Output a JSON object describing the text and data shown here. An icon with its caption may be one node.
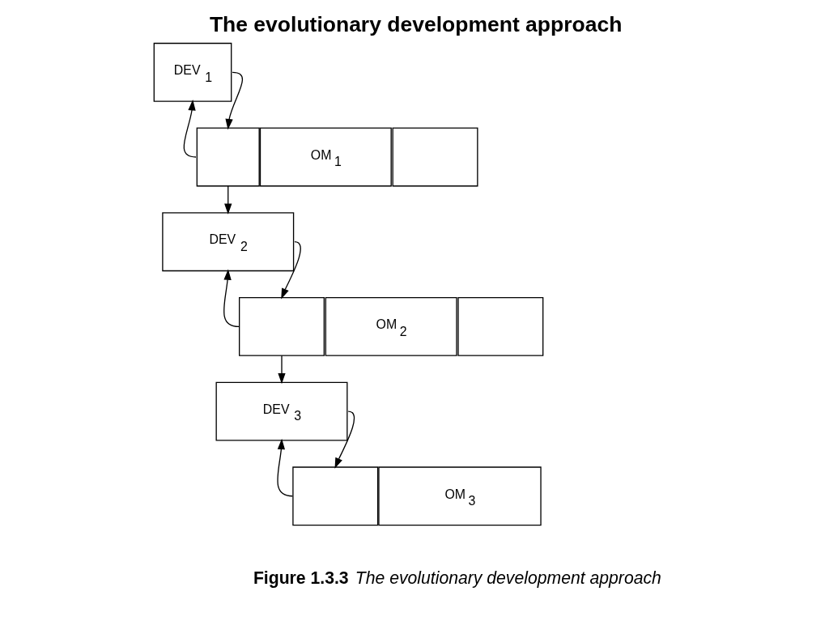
{
  "diagram": {
    "title": "The evolutionary development approach",
    "caption": "**Figure 1.3.3** *The evolutionary development approach*",
    "nodes": [
      {
        "text": [
          "DEV $_{1}$"
        ]
      },
      {
        "text": [],
        "shape": "box"
      },
      {
        "text": [
          "OM $_{1}$"
        ]
      },
      {
        "text": [],
        "shape": "box"
      },
      {
        "text": [
          "DEV $_{2}$"
        ]
      },
      {
        "text": [],
        "shape": "box"
      },
      {
        "text": [
          "OM $_{2}$"
        ]
      },
      {
        "text": [],
        "shape": "box"
      },
      {
        "text": [
          "DEV $_{3}$"
        ]
      },
      {
        "text": [],
        "shape": "box"
      },
      {
        "text": [
          "OM $_{3}$"
        ]
      }
    ],
    "edges": [
      {
        "from": 0,
        "to": 1,
        "arrow": "to"
      },
      {
        "from": 1,
        "to": 0,
        "arrow": "to"
      },
      {
        "from": 1,
        "to": 4,
        "arrow": "to"
      },
      {
        "from": 4,
        "to": 5,
        "arrow": "to"
      },
      {
        "from": 5,
        "to": 4,
        "arrow": "to"
      },
      {
        "from": 5,
        "to": 8,
        "arrow": "to"
      },
      {
        "from": 8,
        "to": 9,
        "arrow": "to"
      },
      {
        "from": 9,
        "to": 8,
        "arrow": "to"
      }
    ]
  }
}
